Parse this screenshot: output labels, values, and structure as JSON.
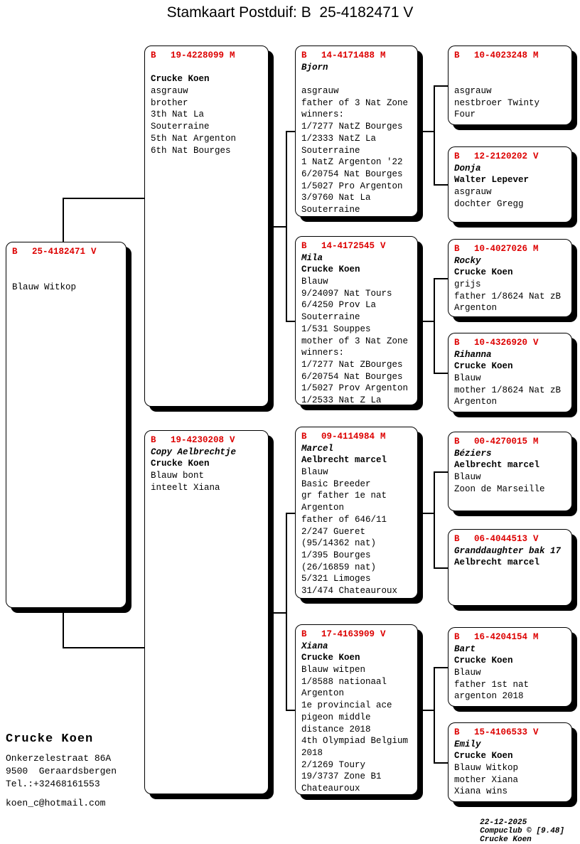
{
  "title": "Stamkaart Postduif: B  25-4182471 V",
  "colors": {
    "ring_red": "#dd0000"
  },
  "pedigree": {
    "boxes": {
      "subject": {
        "country": "B",
        "number": "25-4182471",
        "sex": "V",
        "name": "",
        "breeder": "",
        "info": [
          "Blauw Witkop"
        ]
      },
      "father": {
        "country": "B",
        "number": "19-4228099",
        "sex": "M",
        "name": "",
        "breeder": "Crucke Koen",
        "info": [
          "asgrauw",
          "brother",
          "3th Nat La",
          "Souterraine",
          "5th Nat Argenton",
          "6th Nat Bourges"
        ]
      },
      "mother": {
        "country": "B",
        "number": "19-4230208",
        "sex": "V",
        "name": "Copy Aelbrechtje",
        "breeder": "Crucke Koen",
        "info": [
          "Blauw bont",
          "inteelt Xiana"
        ]
      },
      "gp1": {
        "country": "B",
        "number": "14-4171488",
        "sex": "M",
        "name": "Bjorn",
        "breeder": "",
        "info": [
          "asgrauw",
          "father of 3 Nat Zone",
          "winners:",
          "1/7277 NatZ Bourges",
          "1/2333 NatZ La",
          "Souterraine",
          "1 NatZ Argenton '22",
          "6/20754 Nat Bourges",
          "1/5027 Pro Argenton",
          "3/9760 Nat La",
          "Souterraine"
        ]
      },
      "gp2": {
        "country": "B",
        "number": "14-4172545",
        "sex": "V",
        "name": "Mila",
        "breeder": "Crucke Koen",
        "info": [
          "Blauw",
          "9/24097 Nat Tours",
          "6/4250 Prov La",
          "Souterraine",
          "1/531 Souppes",
          "mother of 3 Nat Zone",
          "winners:",
          "1/7277 Nat ZBourges",
          "6/20754 Nat Bourges",
          "1/5027 Prov Argenton",
          "1/2533 Nat Z La"
        ]
      },
      "gp3": {
        "country": "B",
        "number": "09-4114984",
        "sex": "M",
        "name": "Marcel",
        "breeder": "Aelbrecht marcel",
        "info": [
          "Blauw",
          "Basic Breeder",
          "gr father 1e nat",
          "Argenton",
          "father of 646/11",
          "2/247 Gueret",
          "(95/14362 nat)",
          "1/395 Bourges",
          "(26/16859 nat)",
          "5/321 Limoges",
          "31/474 Chateauroux"
        ]
      },
      "gp4": {
        "country": "B",
        "number": "17-4163909",
        "sex": "V",
        "name": "Xiana",
        "breeder": "Crucke Koen",
        "info": [
          "Blauw witpen",
          "1/8588 nationaal",
          "Argenton",
          "1e provincial ace",
          "pigeon middle",
          "distance 2018",
          "4th Olympiad Belgium",
          "2018",
          "2/1269 Toury",
          "19/3737 Zone B1",
          "Chateauroux"
        ]
      },
      "ggp1": {
        "country": "B",
        "number": "10-4023248",
        "sex": "M",
        "name": "",
        "breeder": "",
        "info": [
          "asgrauw",
          "nestbroer Twinty",
          "Four"
        ]
      },
      "ggp2": {
        "country": "B",
        "number": "12-2120202",
        "sex": "V",
        "name": "Donja",
        "breeder": "Walter Lepever",
        "info": [
          "asgrauw",
          "dochter Gregg"
        ]
      },
      "ggp3": {
        "country": "B",
        "number": "10-4027026",
        "sex": "M",
        "name": "Rocky",
        "breeder": "Crucke Koen",
        "info": [
          "grijs",
          "father 1/8624 Nat zB",
          "Argenton"
        ]
      },
      "ggp4": {
        "country": "B",
        "number": "10-4326920",
        "sex": "V",
        "name": "Rihanna",
        "breeder": "Crucke Koen",
        "info": [
          "Blauw",
          "mother 1/8624 Nat zB",
          "Argenton"
        ]
      },
      "ggp5": {
        "country": "B",
        "number": "00-4270015",
        "sex": "M",
        "name": "Béziers",
        "breeder": "Aelbrecht marcel",
        "info": [
          "Blauw",
          "Zoon de Marseille"
        ]
      },
      "ggp6": {
        "country": "B",
        "number": "06-4044513",
        "sex": "V",
        "name": "Granddaughter bak 17",
        "breeder": "Aelbrecht marcel",
        "info": []
      },
      "ggp7": {
        "country": "B",
        "number": "16-4204154",
        "sex": "M",
        "name": "Bart",
        "breeder": "Crucke Koen",
        "info": [
          "Blauw",
          "father 1st nat",
          "argenton 2018"
        ]
      },
      "ggp8": {
        "country": "B",
        "number": "15-4106533",
        "sex": "V",
        "name": "Emily",
        "breeder": "Crucke Koen",
        "info": [
          "Blauw Witkop",
          "mother Xiana",
          "Xiana wins"
        ]
      }
    }
  },
  "owner": {
    "name": "Crucke Koen",
    "address1": "Onkerzelestraat 86A",
    "address2": "9500  Geraardsbergen",
    "phone": "Tel.:+32468161553",
    "email": "koen_c@hotmail.com"
  },
  "footer": {
    "date": "22-12-2025",
    "software": "Compuclub © [9.48]",
    "owner": "Crucke Koen"
  }
}
